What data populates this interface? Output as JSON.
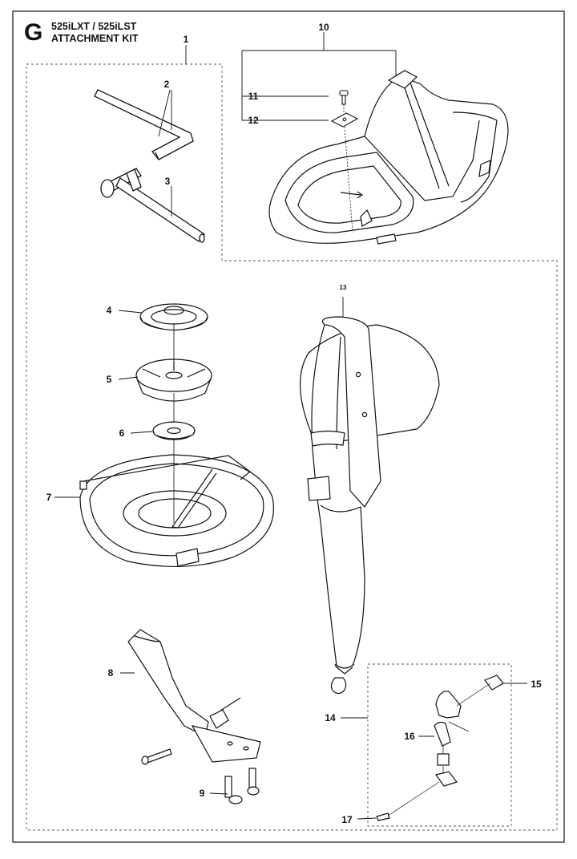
{
  "header": {
    "section_letter": "G",
    "model": "525iLXT / 525iLST",
    "title": "ATTACHMENT KIT"
  },
  "parts": [
    {
      "id": "p1",
      "number": "1"
    },
    {
      "id": "p2",
      "number": "2"
    },
    {
      "id": "p3",
      "number": "3"
    },
    {
      "id": "p4",
      "number": "4"
    },
    {
      "id": "p5",
      "number": "5"
    },
    {
      "id": "p6",
      "number": "6"
    },
    {
      "id": "p7",
      "number": "7"
    },
    {
      "id": "p8",
      "number": "8"
    },
    {
      "id": "p9",
      "number": "9"
    },
    {
      "id": "p10",
      "number": "10"
    },
    {
      "id": "p11",
      "number": "11"
    },
    {
      "id": "p12",
      "number": "12"
    },
    {
      "id": "p13",
      "number": "13"
    },
    {
      "id": "p14",
      "number": "14"
    },
    {
      "id": "p15",
      "number": "15"
    },
    {
      "id": "p16",
      "number": "16"
    },
    {
      "id": "p17",
      "number": "17"
    }
  ],
  "colors": {
    "line": "#111111",
    "dash": "#555555",
    "background": "#ffffff"
  }
}
